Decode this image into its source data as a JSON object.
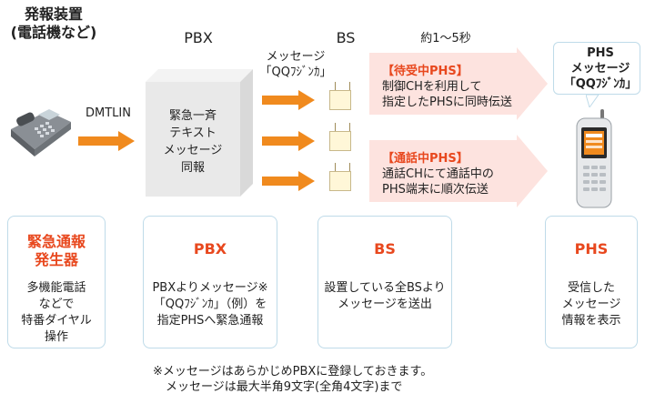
{
  "header": {
    "generator_label": "発報装置\n(電話機など)",
    "pbx_label": "PBX",
    "bs_label": "BS",
    "time_label": "約1～5秒",
    "phs_message_label": "PHS\nメッセージ\n「QQﾌｼﾞﾝｶ」"
  },
  "flow": {
    "dmtlin_label": "DMTLIN",
    "message_label": "メッセージ\n「QQﾌｼﾞﾝｶ」",
    "pbx_box_text": "緊急一斉\nテキスト\nメッセージ\n同報"
  },
  "banners": [
    {
      "title": "【待受中PHS】",
      "body": "制御CHを利用して\n指定したPHSに同時伝送"
    },
    {
      "title": "【通話中PHS】",
      "body": "通話CHにて通話中の\nPHS端末に順次伝送"
    }
  ],
  "cards": [
    {
      "title": "緊急通報\n発生器",
      "body": "多機能電話\nなどで\n特番ダイヤル\n操作"
    },
    {
      "title": "PBX",
      "body": "PBXよりメッセージ※\n「QQﾌｼﾞﾝｶ」（例）を\n指定PHSへ緊急通報"
    },
    {
      "title": "BS",
      "body": "設置している全BSより\nメッセージを送出"
    },
    {
      "title": "PHS",
      "body": "受信した\nメッセージ\n情報を表示"
    }
  ],
  "footnote": {
    "line1": "※メッセージはあらかじめPBXに登録しておきます。",
    "line2": "メッセージは最大半角9文字(全角4文字)まで"
  },
  "colors": {
    "accent_orange": "#f08a1e",
    "title_red": "#e8481e",
    "banner_pink": "#fde3df",
    "card_border": "#bfdbe9"
  }
}
